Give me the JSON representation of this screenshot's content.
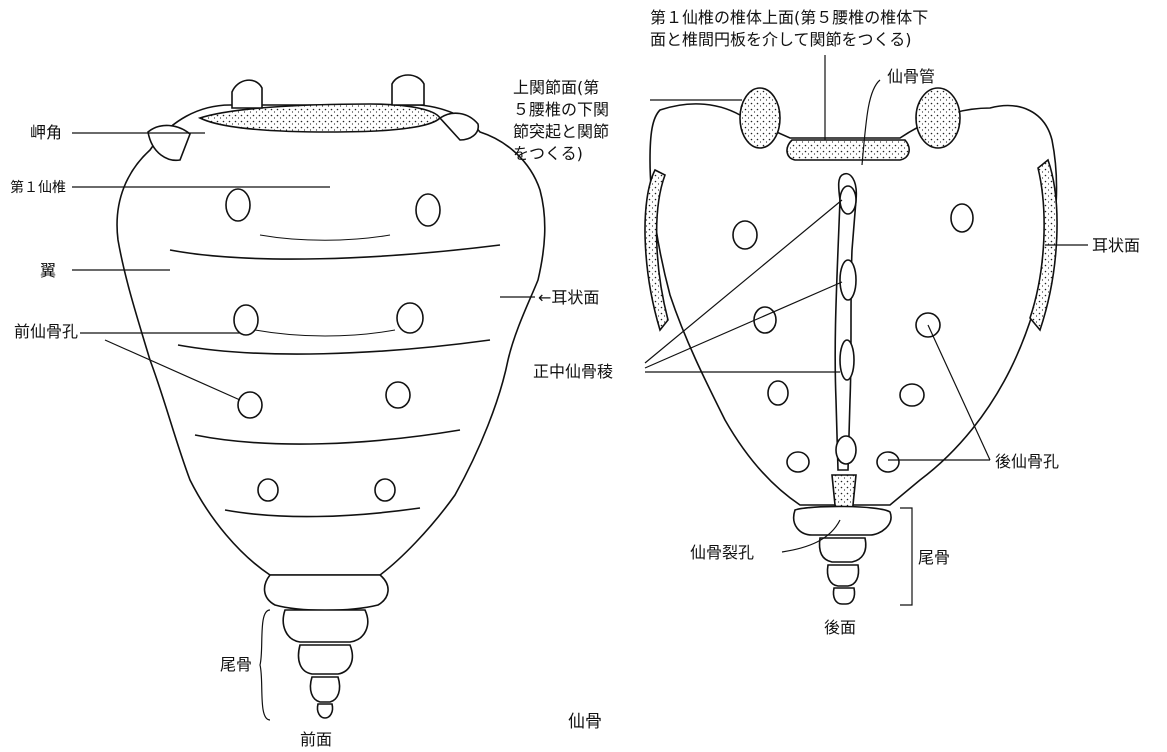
{
  "figure": {
    "caption": "仙骨",
    "front": {
      "view_label": "前面",
      "labels": {
        "promontory": "岬角",
        "first_sacral": "第１仙椎",
        "ala": "翼",
        "anterior_foramina": "前仙骨孔",
        "auricular_arrow": "←耳状面",
        "coccyx": "尾骨"
      }
    },
    "back": {
      "view_label": "後面",
      "labels": {
        "s1_body_top_line1": "第１仙椎の椎体上面(第５腰椎の椎体下",
        "s1_body_top_line2": "面と椎間円板を介して関節をつくる)",
        "sup_articular_line1": "上関節面(第",
        "sup_articular_line2": "５腰椎の下関",
        "sup_articular_line3": "節突起と関節",
        "sup_articular_line4": "をつくる)",
        "sacral_canal": "仙骨管",
        "auricular": "耳状面",
        "median_crest": "正中仙骨稜",
        "posterior_foramina": "後仙骨孔",
        "hiatus": "仙骨裂孔",
        "coccyx": "尾骨"
      }
    }
  }
}
